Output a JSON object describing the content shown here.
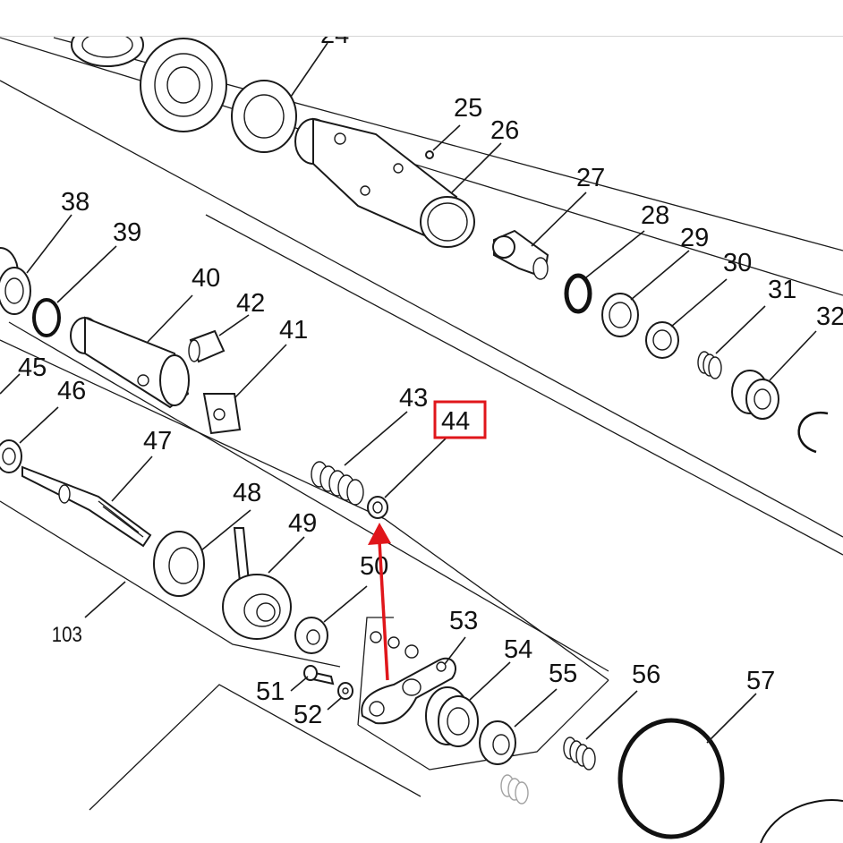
{
  "diagram": {
    "highlight_color": "#e0161b",
    "arrow_color": "#e0161b",
    "highlighted_part": "44",
    "labels": {
      "p24": "24",
      "p25": "25",
      "p26": "26",
      "p27": "27",
      "p28": "28",
      "p29": "29",
      "p30": "30",
      "p31": "31",
      "p32": "32",
      "p38": "38",
      "p39": "39",
      "p40": "40",
      "p41": "41",
      "p42": "42",
      "p43": "43",
      "p44": "44",
      "p45": "45",
      "p46": "46",
      "p47": "47",
      "p48": "48",
      "p49": "49",
      "p50": "50",
      "p51": "51",
      "p52": "52",
      "p53": "53",
      "p54": "54",
      "p55": "55",
      "p56": "56",
      "p57": "57",
      "p103": "103"
    }
  }
}
